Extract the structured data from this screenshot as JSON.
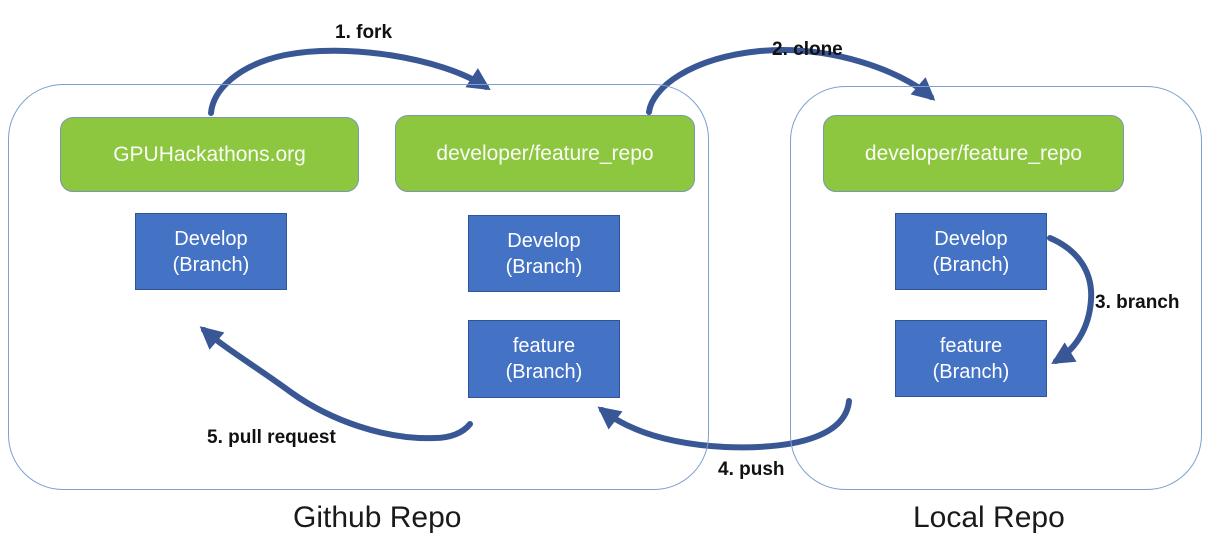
{
  "colors": {
    "repo_green": "#8DC63F",
    "repo_border": "#7B96B3",
    "branch_blue": "#4472C4",
    "branch_border": "#2F5597",
    "arrow_blue": "#3A5795",
    "container_border": "#7DA1CE"
  },
  "containers": {
    "github": {
      "label": "Github Repo"
    },
    "local": {
      "label": "Local Repo"
    }
  },
  "repos": {
    "upstream": {
      "label": "GPUHackathons.org"
    },
    "fork": {
      "label": "developer/feature_repo"
    },
    "local_clone": {
      "label": "developer/feature_repo"
    }
  },
  "branches": {
    "upstream_develop": {
      "name": "Develop",
      "type": "(Branch)"
    },
    "fork_develop": {
      "name": "Develop",
      "type": "(Branch)"
    },
    "fork_feature": {
      "name": "feature",
      "type": "(Branch)"
    },
    "local_develop": {
      "name": "Develop",
      "type": "(Branch)"
    },
    "local_feature": {
      "name": "feature",
      "type": "(Branch)"
    }
  },
  "steps": {
    "fork": {
      "label": "1. fork"
    },
    "clone": {
      "label": "2. clone"
    },
    "branch": {
      "label": "3. branch"
    },
    "push": {
      "label": "4. push"
    },
    "pull_request": {
      "label": "5. pull request"
    }
  }
}
